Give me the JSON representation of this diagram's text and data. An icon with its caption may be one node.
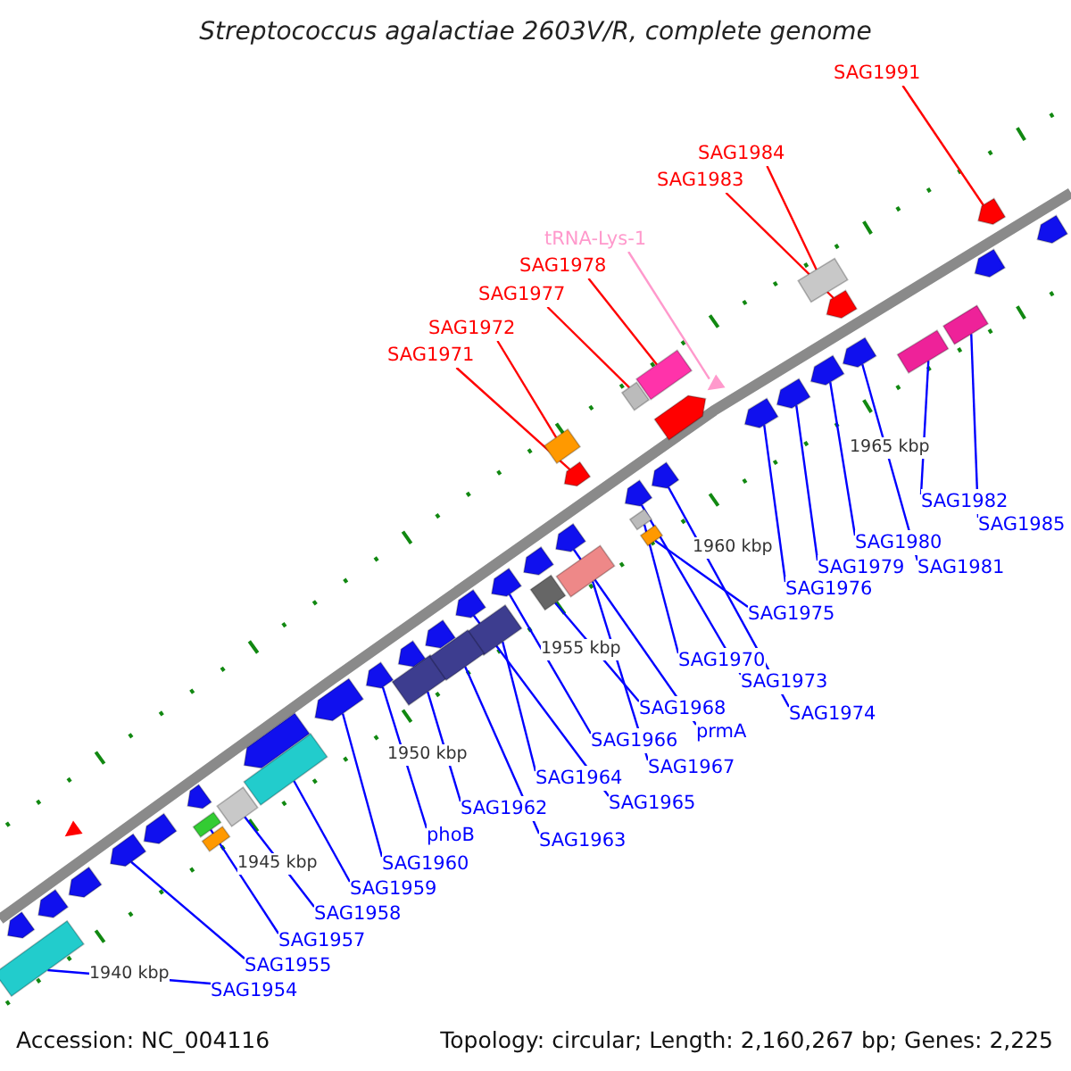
{
  "diagram": {
    "title": "Streptococcus agalactiae 2603V/R, complete genome",
    "nodes": [
      {
        "text": [
          "SAG1991"
        ]
      },
      {
        "text": [],
        "shape": "arrow"
      },
      {
        "text": [
          "SAG1984"
        ]
      },
      {
        "text": [],
        "shape": "box"
      },
      {
        "text": [
          "SAG1983"
        ]
      },
      {
        "text": [],
        "shape": "arrow"
      },
      {
        "text": [
          "tRNA-Lys-1"
        ]
      },
      {
        "text": [],
        "shape": "triangle"
      },
      {
        "text": [
          "SAG1978"
        ]
      },
      {
        "text": [],
        "shape": "box"
      },
      {
        "text": [
          "SAG1977"
        ]
      },
      {
        "text": [],
        "shape": "box"
      },
      {
        "text": [
          "SAG1972"
        ]
      },
      {
        "text": [],
        "shape": "box"
      },
      {
        "text": [
          "SAG1971"
        ]
      },
      {
        "text": [],
        "shape": "arrow"
      },
      {
        "text": [
          "SAG1982"
        ]
      },
      {
        "text": [],
        "shape": "box"
      },
      {
        "text": [
          "SAG1985"
        ]
      },
      {
        "text": [],
        "shape": "box"
      },
      {
        "text": [
          "SAG1980"
        ]
      },
      {
        "text": [],
        "shape": "arrow"
      },
      {
        "text": [
          "SAG1979"
        ]
      },
      {
        "text": [],
        "shape": "arrow"
      },
      {
        "text": [
          "SAG1981"
        ]
      },
      {
        "text": [],
        "shape": "arrow"
      },
      {
        "text": [
          "SAG1976"
        ]
      },
      {
        "text": [],
        "shape": "arrow"
      },
      {
        "text": [
          "SAG1975"
        ]
      },
      {
        "text": [],
        "shape": "box"
      },
      {
        "text": [
          "SAG1970"
        ]
      },
      {
        "text": [],
        "shape": "box"
      },
      {
        "text": [
          "SAG1973"
        ]
      },
      {
        "text": [],
        "shape": "arrow"
      },
      {
        "text": [
          "SAG1974"
        ]
      },
      {
        "text": [],
        "shape": "arrow"
      },
      {
        "text": [
          "SAG1968"
        ]
      },
      {
        "text": [],
        "shape": "box"
      },
      {
        "text": [
          "prmA"
        ]
      },
      {
        "text": [],
        "shape": "arrow"
      },
      {
        "text": [
          "SAG1966"
        ]
      },
      {
        "text": [],
        "shape": "arrow"
      },
      {
        "text": [
          "SAG1967"
        ]
      },
      {
        "text": [],
        "shape": "box"
      },
      {
        "text": [
          "SAG1964"
        ]
      },
      {
        "text": [],
        "shape": "box"
      },
      {
        "text": [
          "SAG1965"
        ]
      },
      {
        "text": [],
        "shape": "arrow"
      },
      {
        "text": [
          "SAG1962"
        ]
      },
      {
        "text": [],
        "shape": "box"
      },
      {
        "text": [
          "phoB"
        ]
      },
      {
        "text": [],
        "shape": "arrow"
      },
      {
        "text": [
          "SAG1963"
        ]
      },
      {
        "text": [],
        "shape": "box"
      },
      {
        "text": [
          "SAG1960"
        ]
      },
      {
        "text": [],
        "shape": "arrow"
      },
      {
        "text": [
          "SAG1959"
        ]
      },
      {
        "text": [],
        "shape": "box"
      },
      {
        "text": [
          "SAG1958"
        ]
      },
      {
        "text": [],
        "shape": "box"
      },
      {
        "text": [
          "SAG1957"
        ]
      },
      {
        "text": [],
        "shape": "box"
      },
      {
        "text": [
          "SAG1955"
        ]
      },
      {
        "text": [],
        "shape": "arrow"
      },
      {
        "text": [
          "SAG1954"
        ]
      },
      {
        "text": [],
        "shape": "box"
      },
      {
        "text": [],
        "shape": "arrow"
      },
      {
        "text": [],
        "shape": "arrow"
      },
      {
        "text": [],
        "shape": "arrow"
      },
      {
        "text": [],
        "shape": "arrow"
      },
      {
        "text": [],
        "shape": "arrow"
      },
      {
        "text": [],
        "shape": "arrow"
      },
      {
        "text": [],
        "shape": "arrow"
      },
      {
        "text": [],
        "shape": "arrow"
      },
      {
        "text": [],
        "shape": "arrow"
      },
      {
        "text": [],
        "shape": "arrow"
      },
      {
        "text": [],
        "shape": "arrow"
      },
      {
        "text": [],
        "shape": "box"
      },
      {
        "text": [],
        "shape": "arrow"
      },
      {
        "text": [],
        "shape": "triangle"
      }
    ],
    "edges": [
      {
        "from": 0,
        "to": 1,
        "arrow": "none",
        "color": "#ff0000"
      },
      {
        "from": 2,
        "to": 3,
        "arrow": "none",
        "color": "#ff0000"
      },
      {
        "from": 4,
        "to": 5,
        "arrow": "none",
        "color": "#ff0000"
      },
      {
        "from": 6,
        "to": 7,
        "arrow": "none",
        "color": "#ff99cc"
      },
      {
        "from": 8,
        "to": 9,
        "arrow": "none",
        "color": "#ff0000"
      },
      {
        "from": 10,
        "to": 11,
        "arrow": "none",
        "color": "#ff0000"
      },
      {
        "from": 12,
        "to": 13,
        "arrow": "none",
        "color": "#ff0000"
      },
      {
        "from": 14,
        "to": 15,
        "arrow": "none",
        "color": "#ff0000"
      },
      {
        "from": 16,
        "to": 17,
        "arrow": "none"
      },
      {
        "from": 18,
        "to": 19,
        "arrow": "none"
      },
      {
        "from": 20,
        "to": 21,
        "arrow": "none"
      },
      {
        "from": 22,
        "to": 23,
        "arrow": "none"
      },
      {
        "from": 24,
        "to": 25,
        "arrow": "none"
      },
      {
        "from": 26,
        "to": 27,
        "arrow": "none"
      },
      {
        "from": 28,
        "to": 29,
        "arrow": "none"
      },
      {
        "from": 30,
        "to": 31,
        "arrow": "none"
      },
      {
        "from": 32,
        "to": 33,
        "arrow": "none"
      },
      {
        "from": 34,
        "to": 35,
        "arrow": "none"
      },
      {
        "from": 36,
        "to": 37,
        "arrow": "none"
      },
      {
        "from": 38,
        "to": 39,
        "arrow": "none"
      },
      {
        "from": 40,
        "to": 41,
        "arrow": "none"
      },
      {
        "from": 42,
        "to": 43,
        "arrow": "none"
      },
      {
        "from": 44,
        "to": 45,
        "arrow": "none"
      },
      {
        "from": 46,
        "to": 47,
        "arrow": "none"
      },
      {
        "from": 48,
        "to": 49,
        "arrow": "none"
      },
      {
        "from": 50,
        "to": 51,
        "arrow": "none"
      },
      {
        "from": 52,
        "to": 53,
        "arrow": "none"
      },
      {
        "from": 54,
        "to": 55,
        "arrow": "none"
      },
      {
        "from": 56,
        "to": 57,
        "arrow": "none"
      },
      {
        "from": 58,
        "to": 59,
        "arrow": "none"
      },
      {
        "from": 60,
        "to": 61,
        "arrow": "none"
      },
      {
        "from": 62,
        "to": 63,
        "arrow": "none"
      },
      {
        "from": 64,
        "to": 65,
        "arrow": "none"
      }
    ],
    "labels": [
      "1965 kbp",
      "1960 kbp",
      "1955 kbp",
      "1950 kbp",
      "1945 kbp",
      "1940 kbp",
      "Accession: NC_004116",
      "Topology: circular; Length: 2,160,267 bp; Genes: 2,225"
    ]
  }
}
